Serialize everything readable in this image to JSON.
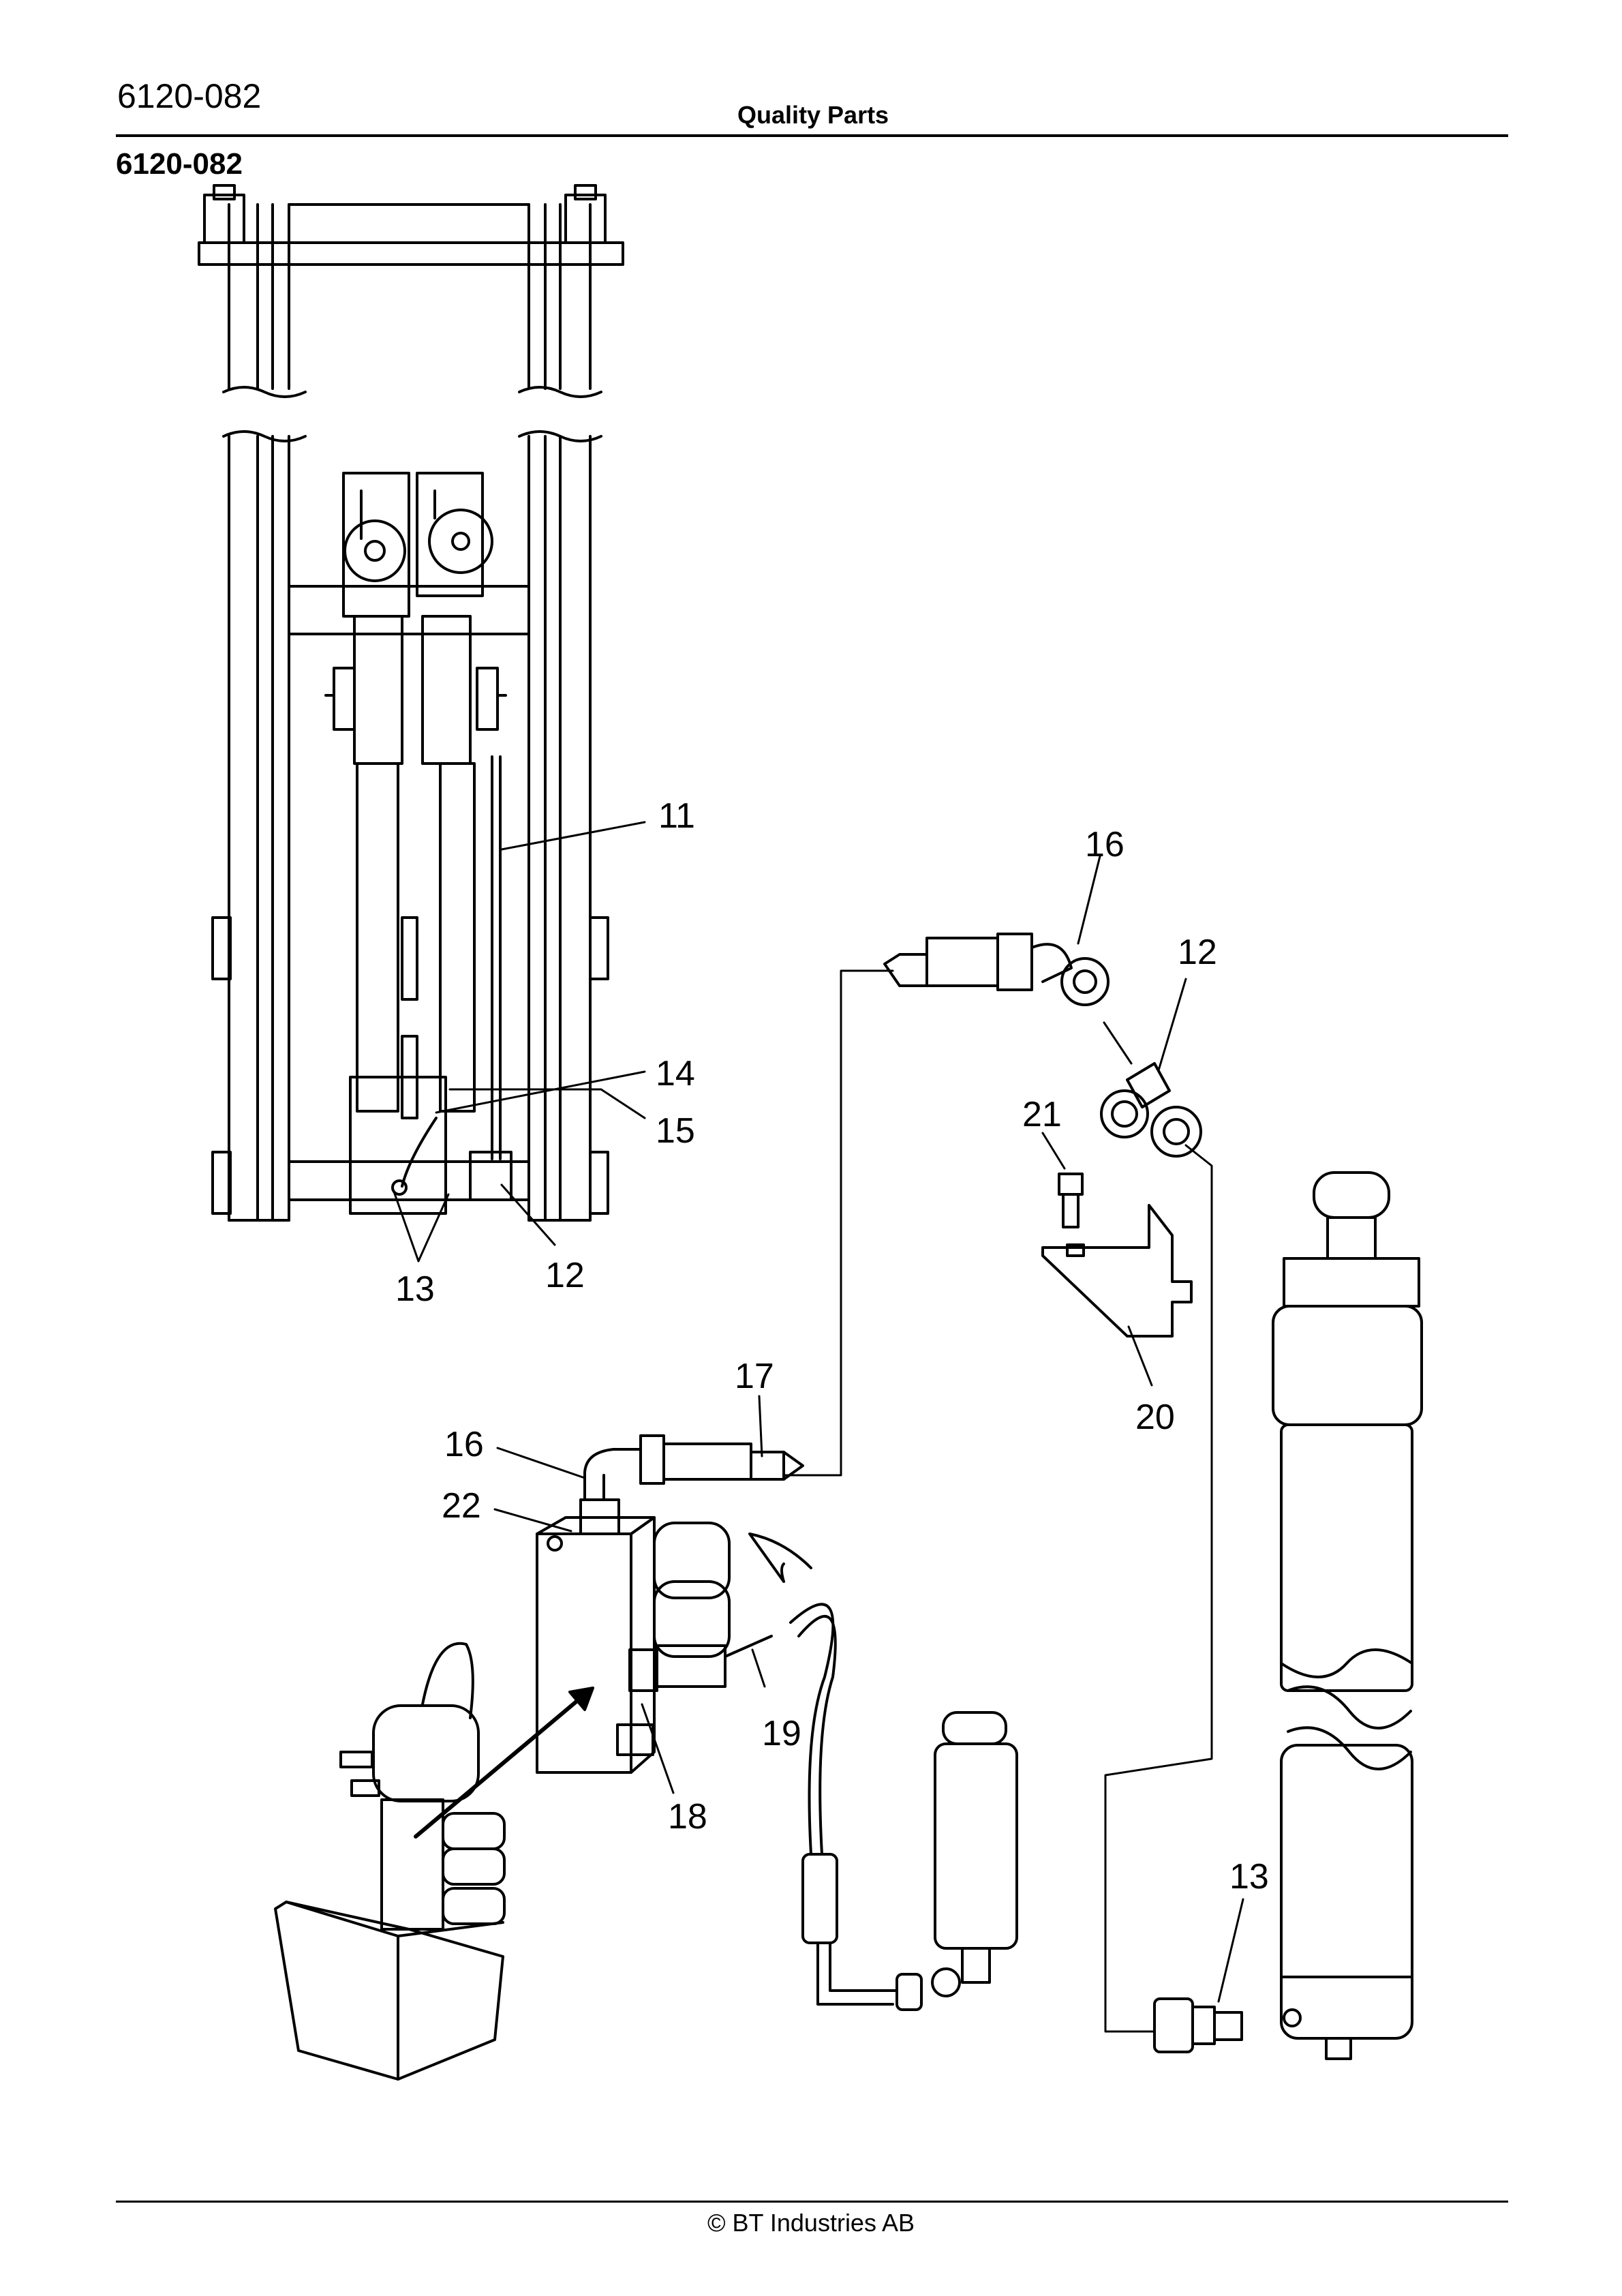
{
  "header": {
    "part_code": "6120-082",
    "section_title": "Quality Parts"
  },
  "figure": {
    "code": "6120-082",
    "callouts": [
      {
        "id": "c11",
        "label": "11"
      },
      {
        "id": "c14",
        "label": "14"
      },
      {
        "id": "c15",
        "label": "15"
      },
      {
        "id": "c13a",
        "label": "13"
      },
      {
        "id": "c12a",
        "label": "12"
      },
      {
        "id": "c16a",
        "label": "16"
      },
      {
        "id": "c12b",
        "label": "12"
      },
      {
        "id": "c21",
        "label": "21"
      },
      {
        "id": "c20",
        "label": "20"
      },
      {
        "id": "c17",
        "label": "17"
      },
      {
        "id": "c16b",
        "label": "16"
      },
      {
        "id": "c22",
        "label": "22"
      },
      {
        "id": "c19",
        "label": "19"
      },
      {
        "id": "c18",
        "label": "18"
      },
      {
        "id": "c13b",
        "label": "13"
      }
    ]
  },
  "footer": {
    "copyright": "© BT Industries AB"
  }
}
